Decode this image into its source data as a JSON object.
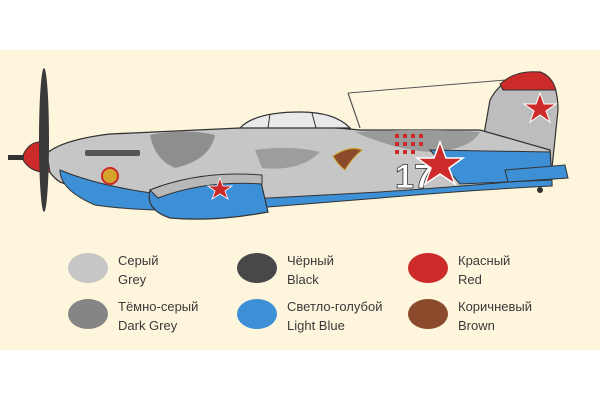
{
  "aircraft": {
    "tail_number": "17"
  },
  "colors": {
    "background": "#fdf6dc",
    "grey": "#c6c6c6",
    "dark_grey": "#858585",
    "black": "#48484a",
    "light_blue": "#3d8fd6",
    "red": "#cd2a2a",
    "brown": "#8b4a2b"
  },
  "legend": [
    {
      "ru": "Серый",
      "en": "Grey",
      "color": "#c6c6c6"
    },
    {
      "ru": "Тёмно-серый",
      "en": "Dark Grey",
      "color": "#858585"
    },
    {
      "ru": "Чёрный",
      "en": "Black",
      "color": "#48484a"
    },
    {
      "ru": "Светло-голубой",
      "en": "Light Blue",
      "color": "#3d8fd6"
    },
    {
      "ru": "Красный",
      "en": "Red",
      "color": "#cd2a2a"
    },
    {
      "ru": "Коричневый",
      "en": "Brown",
      "color": "#8b4a2b"
    }
  ]
}
